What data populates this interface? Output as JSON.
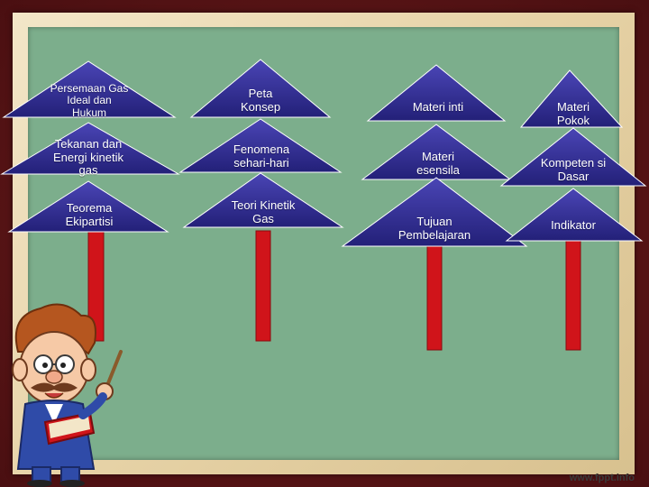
{
  "slide": {
    "footer": "www.fppt.info",
    "colors": {
      "board": "#7cae8c",
      "frame": "#e6d2a6",
      "outer": "#5a1416",
      "triangle": "#2e2a8f",
      "trunk": "#d0141a"
    }
  },
  "trees": [
    {
      "id": "col1",
      "labels": [
        "Persemaan Gas Ideal dan Hukum",
        "Tekanan dan Energi kinetik gas",
        "Teorema Ekipartisi"
      ]
    },
    {
      "id": "col2",
      "labels": [
        "Peta Konsep",
        "Fenomena sehari-hari",
        "Teori Kinetik Gas"
      ]
    },
    {
      "id": "col3",
      "labels": [
        "Materi inti",
        "Materi esensila",
        "Tujuan Pembelajaran"
      ]
    },
    {
      "id": "col4",
      "labels": [
        "Materi Pokok",
        "Kompeten si Dasar",
        "Indikator"
      ]
    }
  ],
  "character": {
    "icon": "teacher-with-book-icon"
  }
}
